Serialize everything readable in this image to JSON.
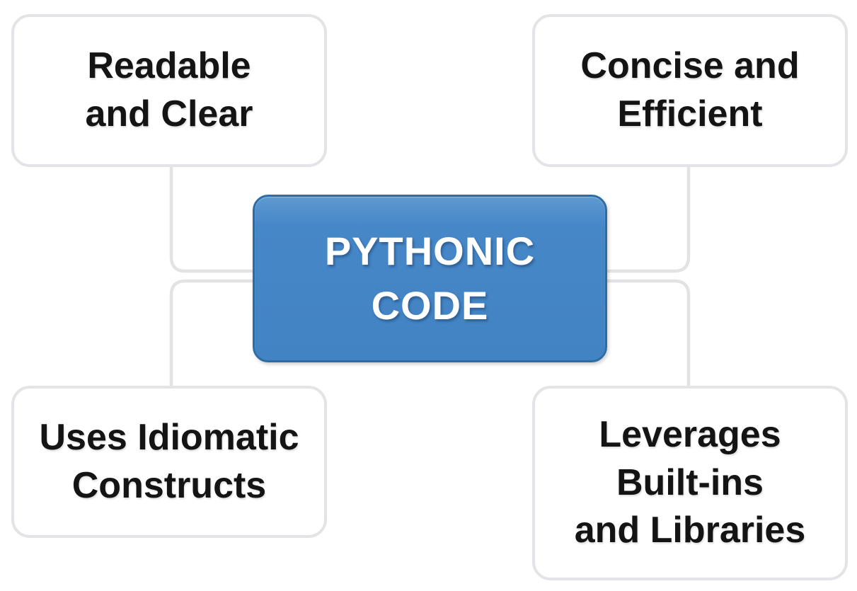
{
  "diagram": {
    "center_node": {
      "label": "PYTHONIC\nCODE",
      "fill": "#4687C7",
      "border_color": "#2E6DA4",
      "text_color": "#FFFFFF"
    },
    "nodes": [
      {
        "id": "readable-clear",
        "position": "top-left",
        "label": "Readable\nand Clear"
      },
      {
        "id": "concise-efficient",
        "position": "top-right",
        "label": "Concise and\nEfficient"
      },
      {
        "id": "idiomatic-constructs",
        "position": "bottom-left",
        "label": "Uses Idiomatic\nConstructs"
      },
      {
        "id": "builtins-libraries",
        "position": "bottom-right",
        "label": "Leverages\nBuilt-ins\nand Libraries"
      }
    ],
    "colors": {
      "background": "#FFFFFF",
      "card_fill": "#FFFFFF",
      "card_border": "#E4E4E8",
      "card_text": "#141414",
      "connector": "#E3E3E6"
    }
  }
}
